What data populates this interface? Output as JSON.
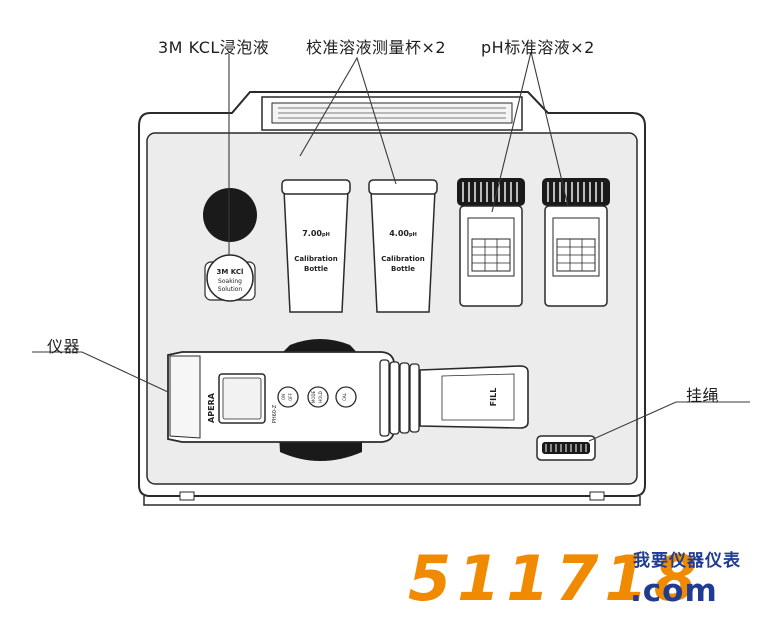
{
  "labels": {
    "kcl": "3M KCL浸泡液",
    "cups": "校准溶液测量杯×2",
    "ph_solution": "pH标准溶液×2",
    "meter": "仪器",
    "lanyard": "挂绳"
  },
  "kcl_bottle": {
    "line1": "3M KCl",
    "line2": "Soaking",
    "line3": "Solution"
  },
  "cups": [
    {
      "value": "7.00",
      "unit": "pH",
      "line1": "Calibration",
      "line2": "Bottle"
    },
    {
      "value": "4.00",
      "unit": "pH",
      "line1": "Calibration",
      "line2": "Bottle"
    }
  ],
  "meter": {
    "brand": "APERA",
    "model": "PH60-Z",
    "cap_text": "FILL",
    "btn1_top": "ON",
    "btn1_bottom": "OFF",
    "btn2_top": "MODE",
    "btn2_bottom": "HOLD",
    "btn3_top": "CAL"
  },
  "watermark": {
    "number": "511718",
    "cn": "我要仪器仪表",
    "domain": ".com",
    "color_number": "#f08a00",
    "color_text": "#1f3c92"
  },
  "colors": {
    "tray_fill": "#ececec",
    "line": "#2a2a2a",
    "cap_dark": "#1a1a1a"
  }
}
